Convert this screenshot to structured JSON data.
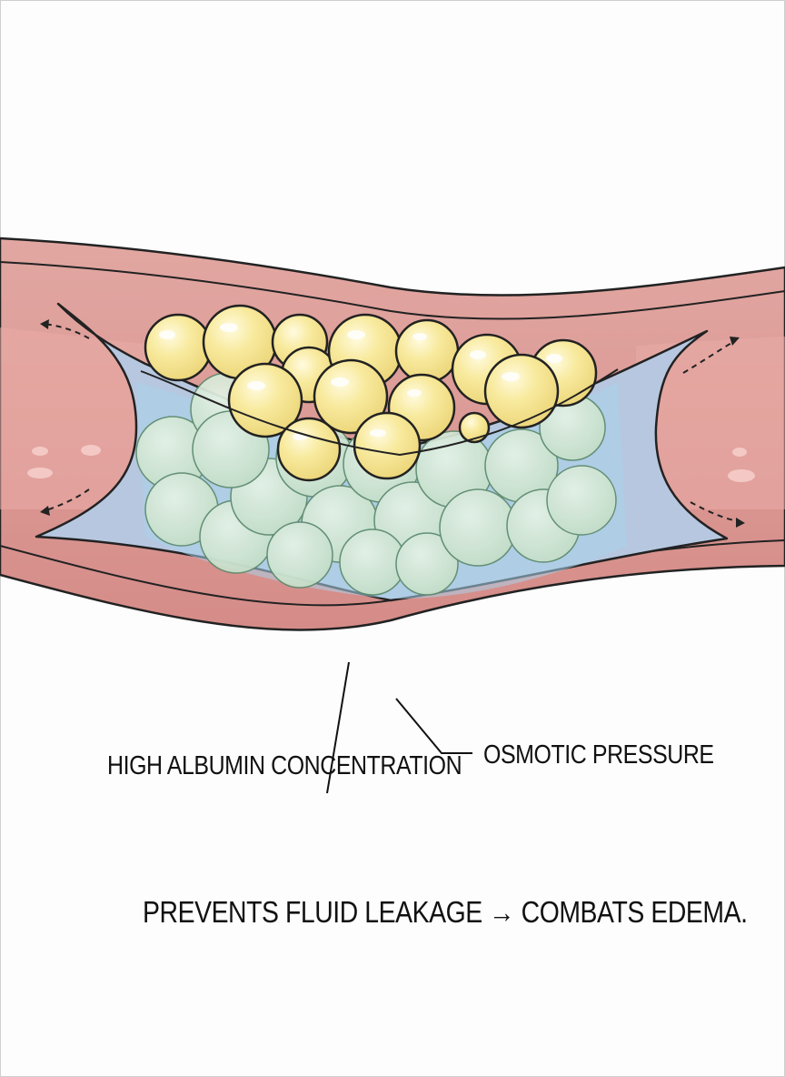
{
  "labels": {
    "high_albumin": "HIGH ALBUMIN CONCENTRATION",
    "osmotic_pressure": "OSMOTIC PRESSURE"
  },
  "caption": "PREVENTS FLUID LEAKAGE → COMBATS EDEMA.",
  "colors": {
    "vessel_wall": "#d98f8c",
    "vessel_wall_light": "#e8a9a4",
    "vessel_lumen": "#b7c7e0",
    "albumin_yellow": "#f6e79a",
    "fluid_green": "#cfe5cf",
    "fluid_blue": "#a9d2ea",
    "outline": "#111111"
  }
}
